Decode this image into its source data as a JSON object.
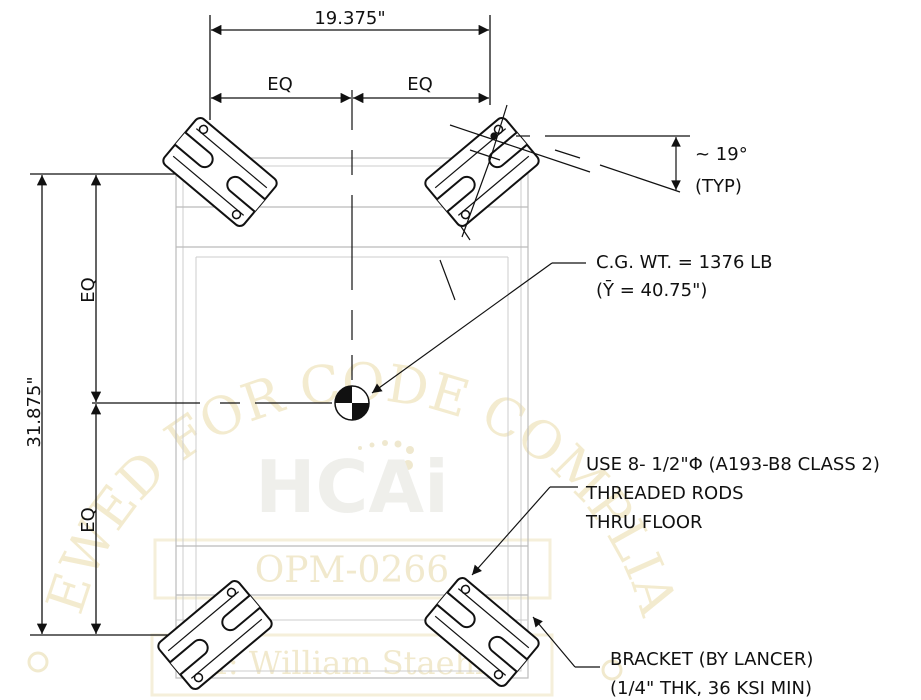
{
  "dimensions": {
    "overall_width": "19.375\"",
    "eq_left": "EQ",
    "eq_right": "EQ",
    "overall_height": "31.875\"",
    "eq_upper": "EQ",
    "eq_lower": "EQ"
  },
  "angle": {
    "value": "~ 19°",
    "note": "(TYP)"
  },
  "cg_note": {
    "line1": "C.G. WT. = 1376 LB",
    "line2": "(Ȳ = 40.75\")"
  },
  "rod_note": {
    "line1": "USE 8- 1/2\"Φ (A193-B8 CLASS 2)",
    "line2": "THREADED RODS",
    "line3": "THRU FLOOR"
  },
  "bracket_note": {
    "line1": "BRACKET (BY LANCER)",
    "line2": "(1/4\" THK, 36 KSI MIN)"
  },
  "stamp": {
    "arc_text": "REVIEWED FOR CODE COMPLIANCE",
    "agency": "HCAi",
    "number": "OPM-0266",
    "reviewer": "BY: William Staehlin",
    "color": "#e8d9a8"
  }
}
